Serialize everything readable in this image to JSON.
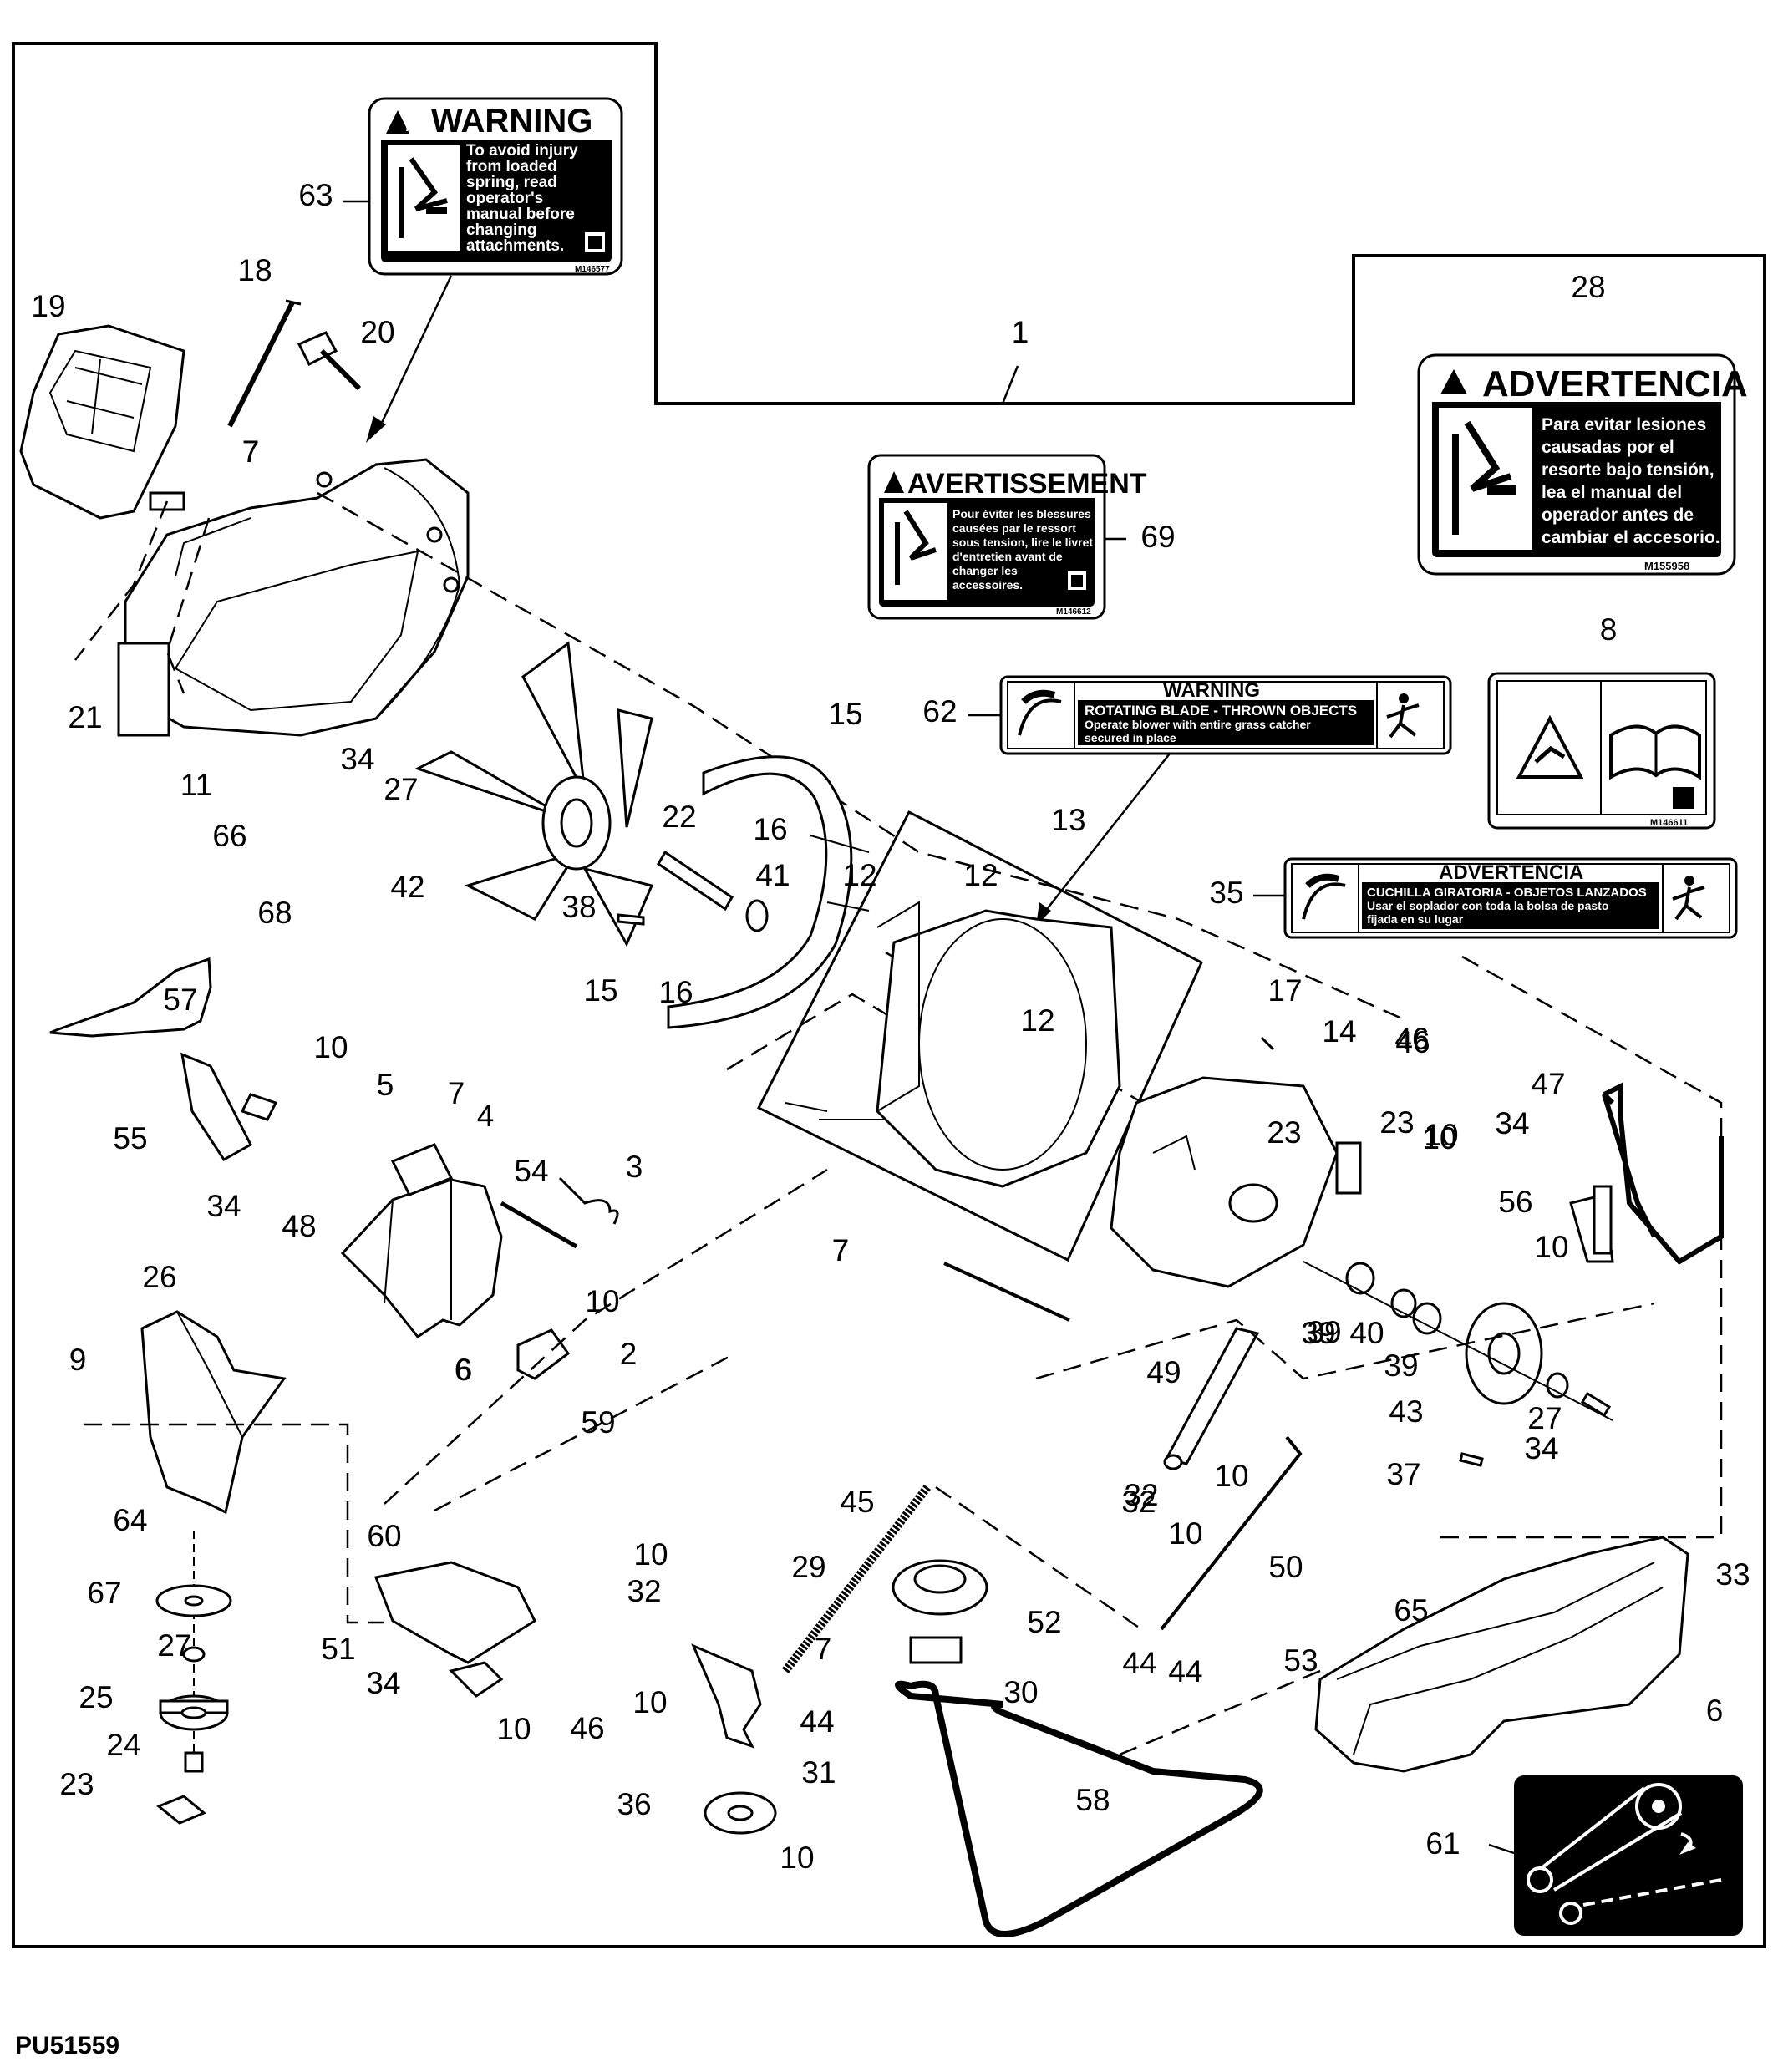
{
  "figure_id": "PU51559",
  "decals": {
    "warning_63": {
      "title": "WARNING",
      "lines": [
        "To avoid injury",
        "from loaded",
        "spring, read",
        "operator's",
        "manual before",
        "changing",
        "attachments."
      ],
      "code": "M146577"
    },
    "advertencia_28": {
      "title": "ADVERTENCIA",
      "lines": [
        "Para evitar lesiones",
        "causadas por el",
        "resorte bajo tensión,",
        "lea el manual del",
        "operador antes de",
        "cambiar el accesorio."
      ],
      "code": "M155958"
    },
    "avertissement_69": {
      "title": "AVERTISSEMENT",
      "lines": [
        "Pour éviter les blessures",
        "causées par le ressort",
        "sous tension, lire le livret",
        "d'entretien avant de",
        "changer les",
        "accessoires."
      ],
      "code": "M146612"
    },
    "warning_62": {
      "title": "WARNING",
      "subtitle": "ROTATING BLADE - THROWN OBJECTS",
      "lines": [
        "Operate blower with entire grass catcher",
        "secured in place"
      ]
    },
    "advertencia_35": {
      "title": "ADVERTENCIA",
      "subtitle": "CUCHILLA GIRATORIA - OBJETOS LANZADOS",
      "lines": [
        "Usar el soplador con toda la bolsa de pasto",
        "fijada en su lugar"
      ]
    },
    "decal_8": {
      "code": "M146611"
    }
  },
  "callouts": [
    "63",
    "18",
    "19",
    "20",
    "7",
    "21",
    "11",
    "66",
    "34",
    "27",
    "42",
    "1",
    "28",
    "69",
    "62",
    "15",
    "16",
    "22",
    "41",
    "38",
    "13",
    "12",
    "8",
    "35",
    "17",
    "14",
    "46",
    "47",
    "23",
    "10",
    "56",
    "39",
    "40",
    "43",
    "37",
    "49",
    "32",
    "50",
    "68",
    "57",
    "55",
    "5",
    "4",
    "54",
    "3",
    "48",
    "2",
    "6",
    "59",
    "26",
    "9",
    "64",
    "67",
    "25",
    "24",
    "60",
    "51",
    "45",
    "29",
    "52",
    "30",
    "44",
    "31",
    "36",
    "58",
    "53",
    "65",
    "33",
    "61"
  ]
}
